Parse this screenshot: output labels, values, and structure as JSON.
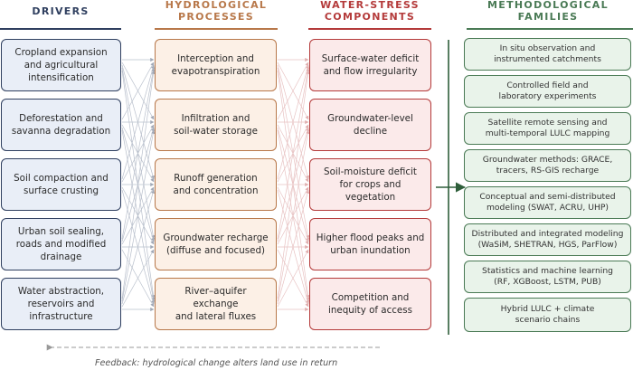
{
  "headers": {
    "drivers": "DRIVERS",
    "hydrological": "HYDROLOGICAL\nPROCESSES",
    "water_stress": "WATER-STRESS\nCOMPONENTS",
    "methodological": "METHODOLOGICAL\nFAMILIES"
  },
  "drivers": [
    "Cropland expansion\nand agricultural\nintensification",
    "Deforestation and\nsavanna degradation",
    "Soil compaction and\nsurface crusting",
    "Urban soil sealing,\nroads and modified\ndrainage",
    "Water abstraction,\nreservoirs and\ninfrastructure"
  ],
  "processes": [
    "Interception and\nevapotranspiration",
    "Infiltration and\nsoil-water storage",
    "Runoff generation\nand concentration",
    "Groundwater recharge\n(diffuse and focused)",
    "River–aquifer exchange\nand lateral fluxes"
  ],
  "stress": [
    "Surface-water deficit\nand flow irregularity",
    "Groundwater-level\ndecline",
    "Soil-moisture deficit\nfor crops and vegetation",
    "Higher flood peaks and\nurban inundation",
    "Competition and\ninequity of access"
  ],
  "methods": [
    "In situ observation and\ninstrumented catchments",
    "Controlled field and\nlaboratory experiments",
    "Satellite remote sensing and\nmulti-temporal LULC mapping",
    "Groundwater methods: GRACE,\ntracers, RS-GIS recharge",
    "Conceptual and semi-distributed\nmodeling (SWAT, ACRU, UHP)",
    "Distributed and integrated modeling\n(WaSiM, SHETRAN, HGS, ParFlow)",
    "Statistics and machine learning\n(RF, XGBoost, LSTM, PUB)",
    "Hybrid LULC + climate\nscenario chains"
  ],
  "feedback": "Feedback: hydrological change alters land use in return",
  "colors": {
    "drivers": "#2f3f5f",
    "hydrological": "#b8784a",
    "water_stress": "#b43a3a",
    "methodological": "#4a7a55"
  }
}
